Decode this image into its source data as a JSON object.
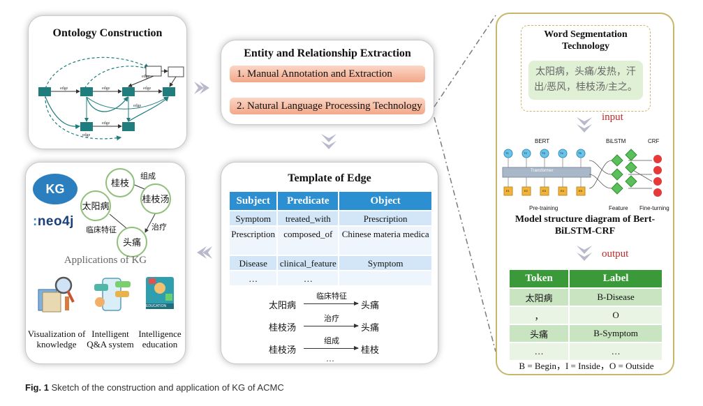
{
  "ontology": {
    "title": "Ontology Construction",
    "edge_labels": [
      "edge",
      "edge",
      "edge",
      "edge",
      "edge",
      "edge",
      "edge"
    ]
  },
  "extraction": {
    "title": "Entity and Relationship Extraction",
    "items": [
      "1. Manual Annotation and Extraction",
      "2. Natural Language Processing Technology"
    ]
  },
  "template": {
    "title": "Template of Edge",
    "headers": [
      "Subject",
      "Predicate",
      "Object"
    ],
    "rows": [
      [
        "Symptom",
        "treated_with",
        "Prescription"
      ],
      [
        "Prescription",
        "composed_of",
        "Chinese materia medica"
      ],
      [
        "Disease",
        "clinical_feature",
        "Symptom"
      ],
      [
        "…",
        "…",
        ""
      ]
    ],
    "relations": [
      {
        "subject": "太阳病",
        "label": "临床特征",
        "object": "头痛"
      },
      {
        "subject": "桂枝汤",
        "label": "治疗",
        "object": "头痛"
      },
      {
        "subject": "桂枝汤",
        "label": "组成",
        "object": "桂枝"
      }
    ],
    "ellipsis": "…"
  },
  "applications": {
    "kg_badge": "KG",
    "neo4j": "neo4j",
    "nodes": [
      "桂枝",
      "桂枝汤",
      "太阳病",
      "头痛"
    ],
    "edge_labels": [
      "组成",
      "临床特征",
      "治疗"
    ],
    "title": "Applications of KG",
    "items": [
      "Visualization of knowledge",
      "Intelligent Q&A system",
      "Intelligence education"
    ],
    "education_caption": "EDUCATION"
  },
  "model": {
    "seg_title": "Word Segmentation Technology",
    "seg_text": "太阳病，头痛/发热，汗出/恶风，桂枝汤/主之。",
    "input_label": "input",
    "bert_label": "BERT",
    "bilstm_label": "BiLSTM",
    "crf_label": "CRF",
    "transformer_label": "Transformer",
    "top_tokens": [
      "T1",
      "T2",
      "T3",
      "T4",
      "T5"
    ],
    "bottom_tokens": [
      "E1",
      "E2",
      "E3",
      "E4",
      "E5"
    ],
    "stage_labels": [
      "Pre-training",
      "Feature",
      "Fine-turning"
    ],
    "caption": "Model structure diagram of Bert-BiLSTM-CRF",
    "output_label": "output",
    "token_headers": [
      "Token",
      "Label"
    ],
    "token_rows": [
      [
        "太阳病",
        "B-Disease"
      ],
      [
        "，",
        "O"
      ],
      [
        "头痛",
        "B-Symptom"
      ],
      [
        "…",
        "…"
      ]
    ],
    "legend": "B = Begin，I = Inside，O = Outside"
  },
  "figure_caption": {
    "label": "Fig. 1",
    "text": "Sketch of the construction and application of KG of ACMC"
  },
  "colors": {
    "teal": "#1f7d7d",
    "blue_header": "#2c8fd1",
    "green_header": "#3a9a3a",
    "red_label": "#c0282a",
    "olive_border": "#c9b66a"
  }
}
